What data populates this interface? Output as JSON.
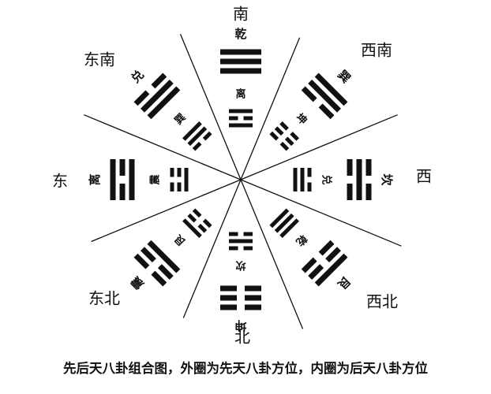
{
  "directions": {
    "south": "南",
    "southwest": "西南",
    "west": "西",
    "northwest": "西北",
    "north": "北",
    "northeast": "东北",
    "east": "东",
    "southeast": "东南"
  },
  "outer_ring": [
    {
      "direction": "south",
      "name": "乾",
      "lines": "111"
    },
    {
      "direction": "southwest",
      "name": "巽",
      "lines": "011"
    },
    {
      "direction": "west",
      "name": "坎",
      "lines": "010"
    },
    {
      "direction": "northwest",
      "name": "艮",
      "lines": "001"
    },
    {
      "direction": "north",
      "name": "坤",
      "lines": "000"
    },
    {
      "direction": "northeast",
      "name": "震",
      "lines": "100"
    },
    {
      "direction": "east",
      "name": "离",
      "lines": "101"
    },
    {
      "direction": "southeast",
      "name": "兑",
      "lines": "110"
    }
  ],
  "inner_ring": [
    {
      "direction": "south",
      "name": "离",
      "lines": "101"
    },
    {
      "direction": "southwest",
      "name": "坤",
      "lines": "000"
    },
    {
      "direction": "west",
      "name": "兑",
      "lines": "110"
    },
    {
      "direction": "northwest",
      "name": "乾",
      "lines": "111"
    },
    {
      "direction": "north",
      "name": "坎",
      "lines": "010"
    },
    {
      "direction": "northeast",
      "name": "艮",
      "lines": "001"
    },
    {
      "direction": "east",
      "name": "震",
      "lines": "100"
    },
    {
      "direction": "southeast",
      "name": "巽",
      "lines": "011"
    }
  ],
  "caption": "先后天八卦组合图，外圈为先天八卦方位，内圈为后天八卦方位",
  "colors": {
    "ink": "#111111",
    "background": "#ffffff"
  }
}
